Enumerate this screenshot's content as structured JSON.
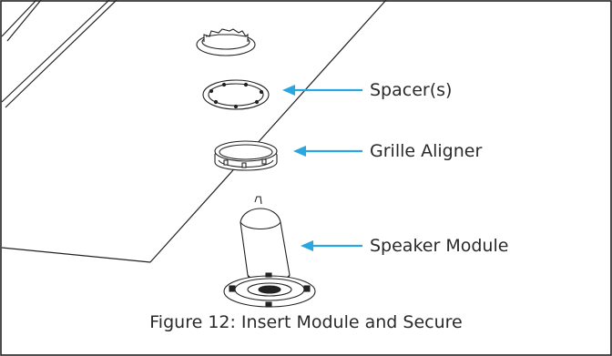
{
  "colors": {
    "arrow": "#2aa6e0",
    "line": "#1a1a1a",
    "label_text": "#2a2a2a"
  },
  "callouts": {
    "spacer": "Spacer(s)",
    "grille_aligner": "Grille Aligner",
    "speaker_module": "Speaker Module"
  },
  "caption": "Figure 12: Insert Module and Secure"
}
